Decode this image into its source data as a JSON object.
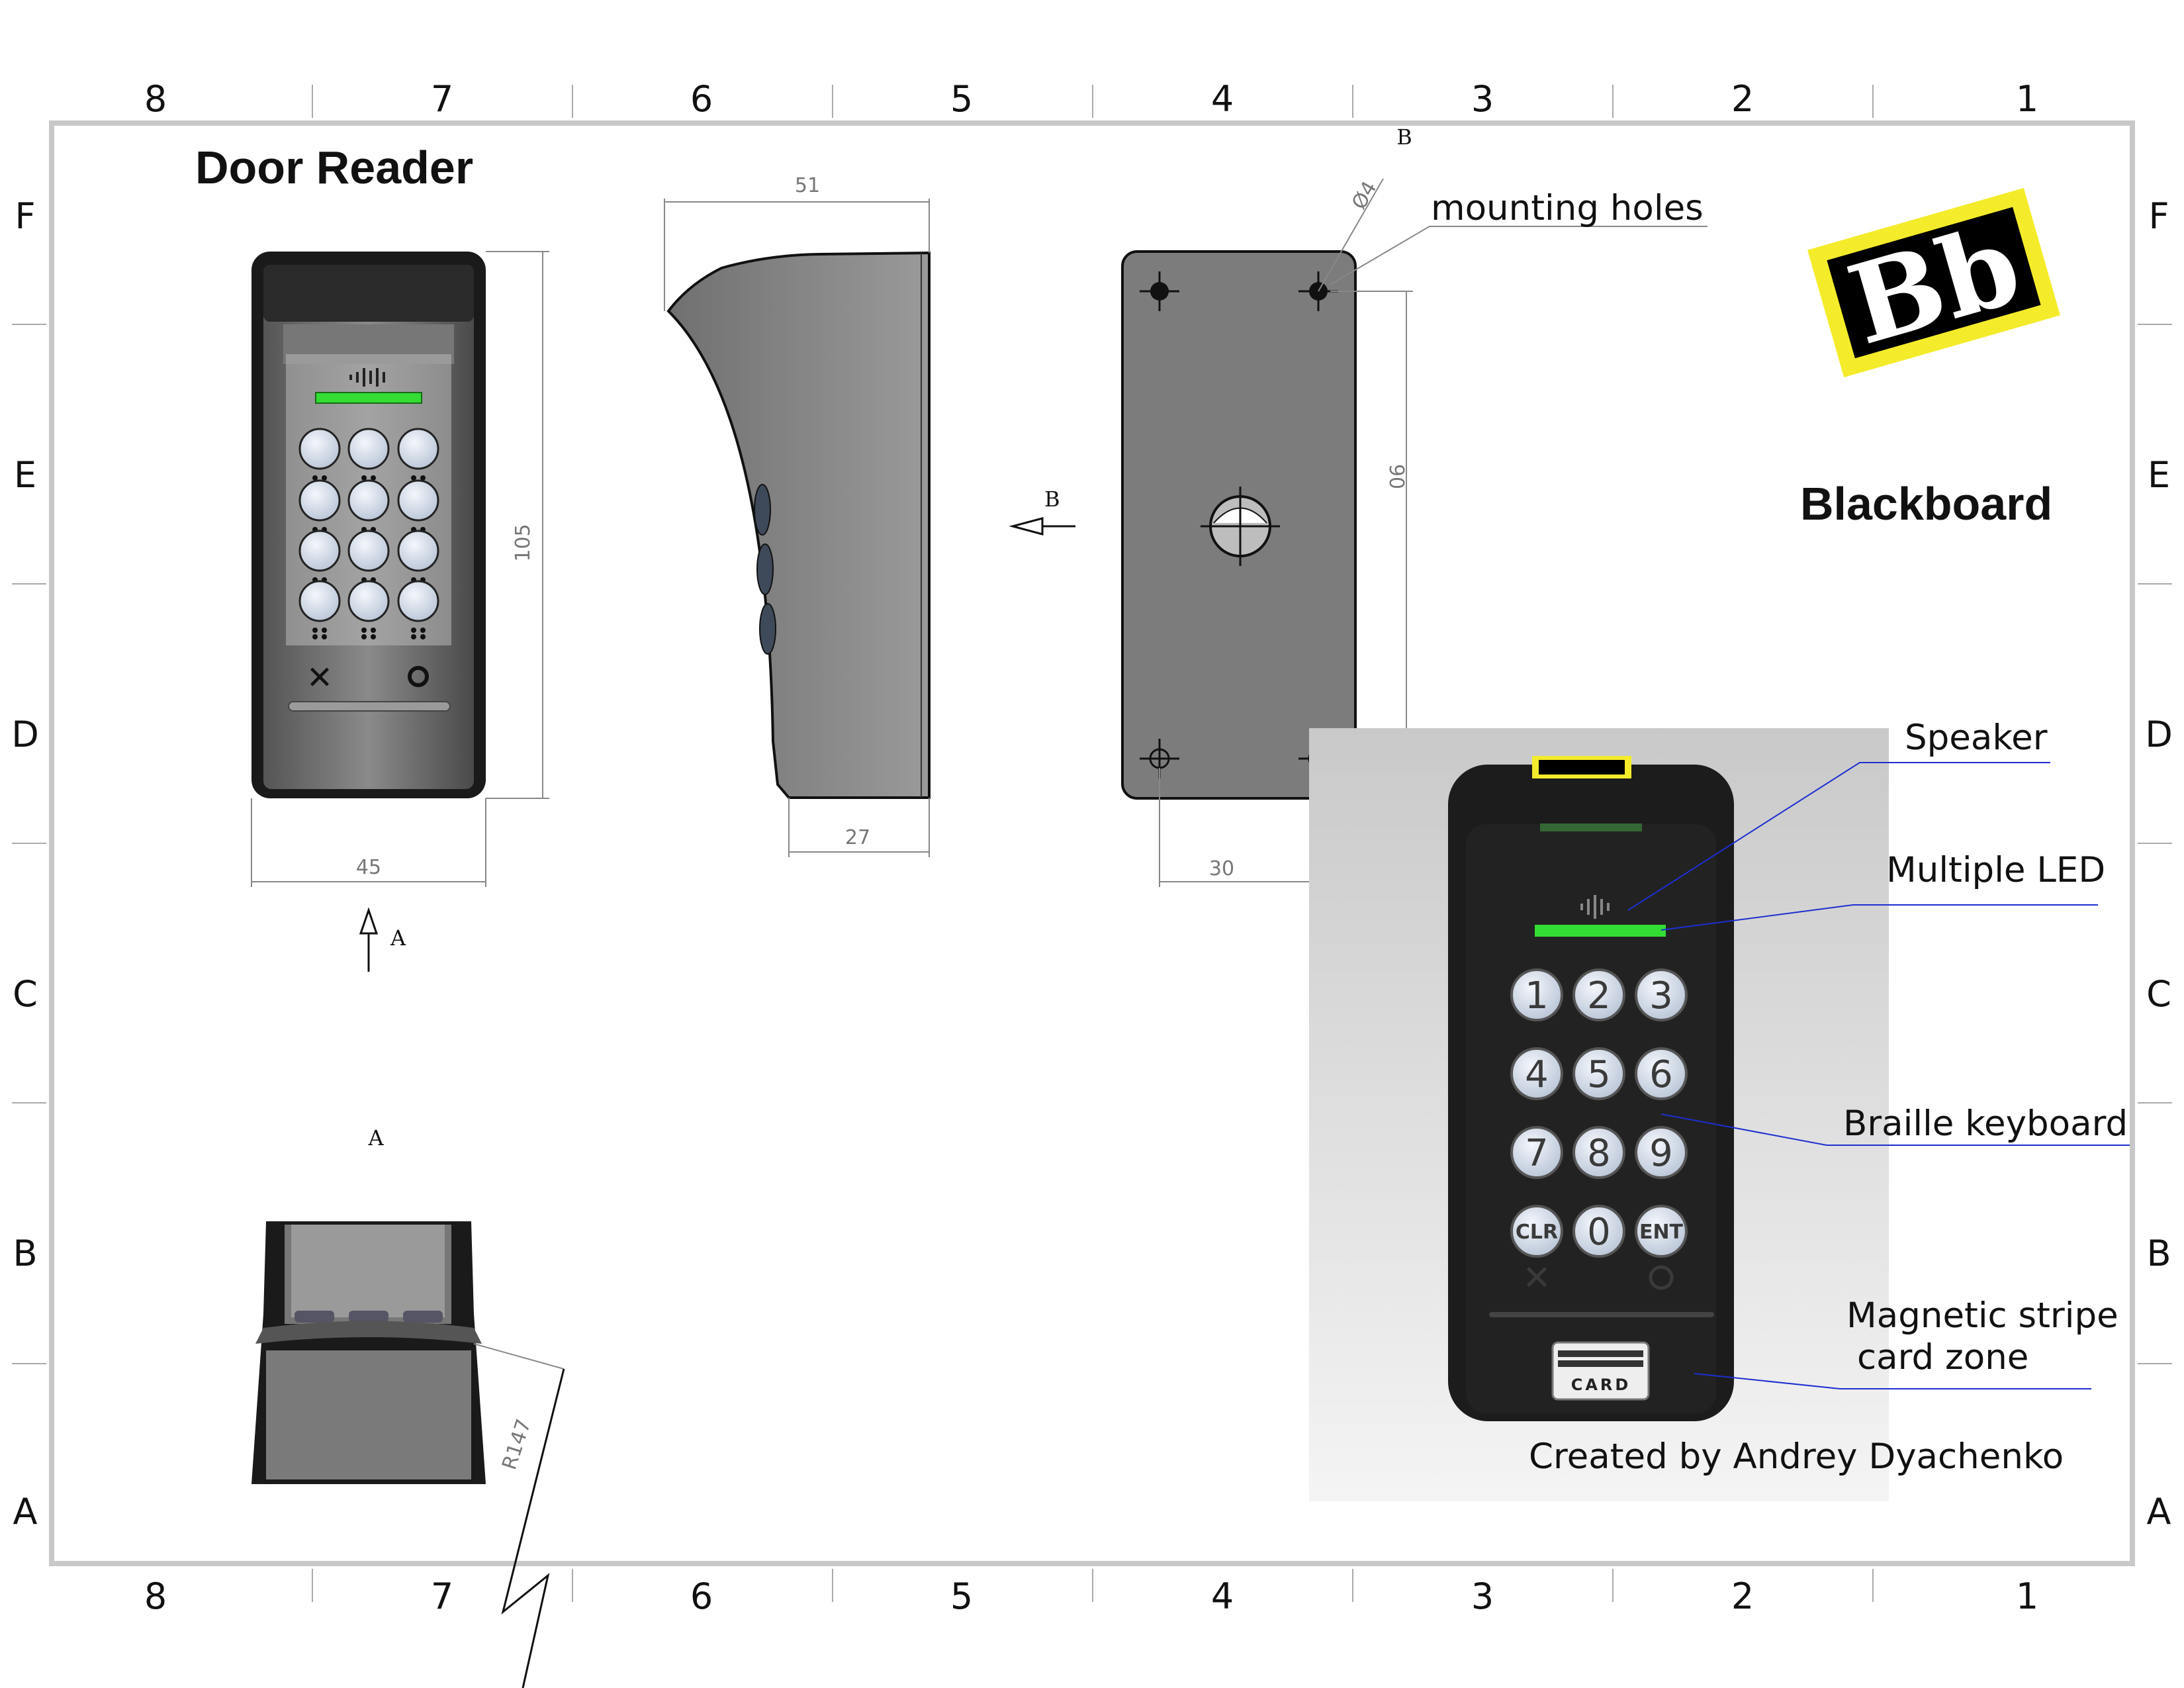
{
  "sheet": {
    "title": "Door Reader",
    "brand": "Blackboard",
    "logo_text": "Bb",
    "credit": "Created by Andrey Dyachenko",
    "columns": [
      "8",
      "7",
      "6",
      "5",
      "4",
      "3",
      "2",
      "1"
    ],
    "rows": [
      "F",
      "E",
      "D",
      "C",
      "B",
      "A"
    ]
  },
  "dimensions": {
    "front_height": "105",
    "front_width": "45",
    "side_depth_top": "51",
    "side_depth_bottom": "27",
    "hole_spacing_vertical": "90",
    "hole_spacing_horizontal": "30",
    "hole_diameter": "Ø4",
    "radius": "R147"
  },
  "view_labels": {
    "view_a_arrow": "A",
    "view_a_title": "A",
    "view_b_arrow": "B",
    "view_b_top": "B"
  },
  "callouts": {
    "mounting_holes": "mounting holes",
    "speaker": "Speaker",
    "multiple_led": "Multiple LED",
    "braille_keyboard": "Braille keyboard",
    "magnetic_stripe_line1": "Magnetic stripe",
    "magnetic_stripe_line2": "card zone"
  },
  "render_keypad": {
    "keys": [
      "1",
      "2",
      "3",
      "4",
      "5",
      "6",
      "7",
      "8",
      "9",
      "CLR",
      "0",
      "ENT"
    ],
    "card_label": "CARD"
  },
  "colors": {
    "led": "#33dd33",
    "logo_yellow": "#f4ec2a",
    "callout_line": "#1c2fd0",
    "body_dark": "#1d1d1d",
    "keycap": "#dde6f2"
  }
}
